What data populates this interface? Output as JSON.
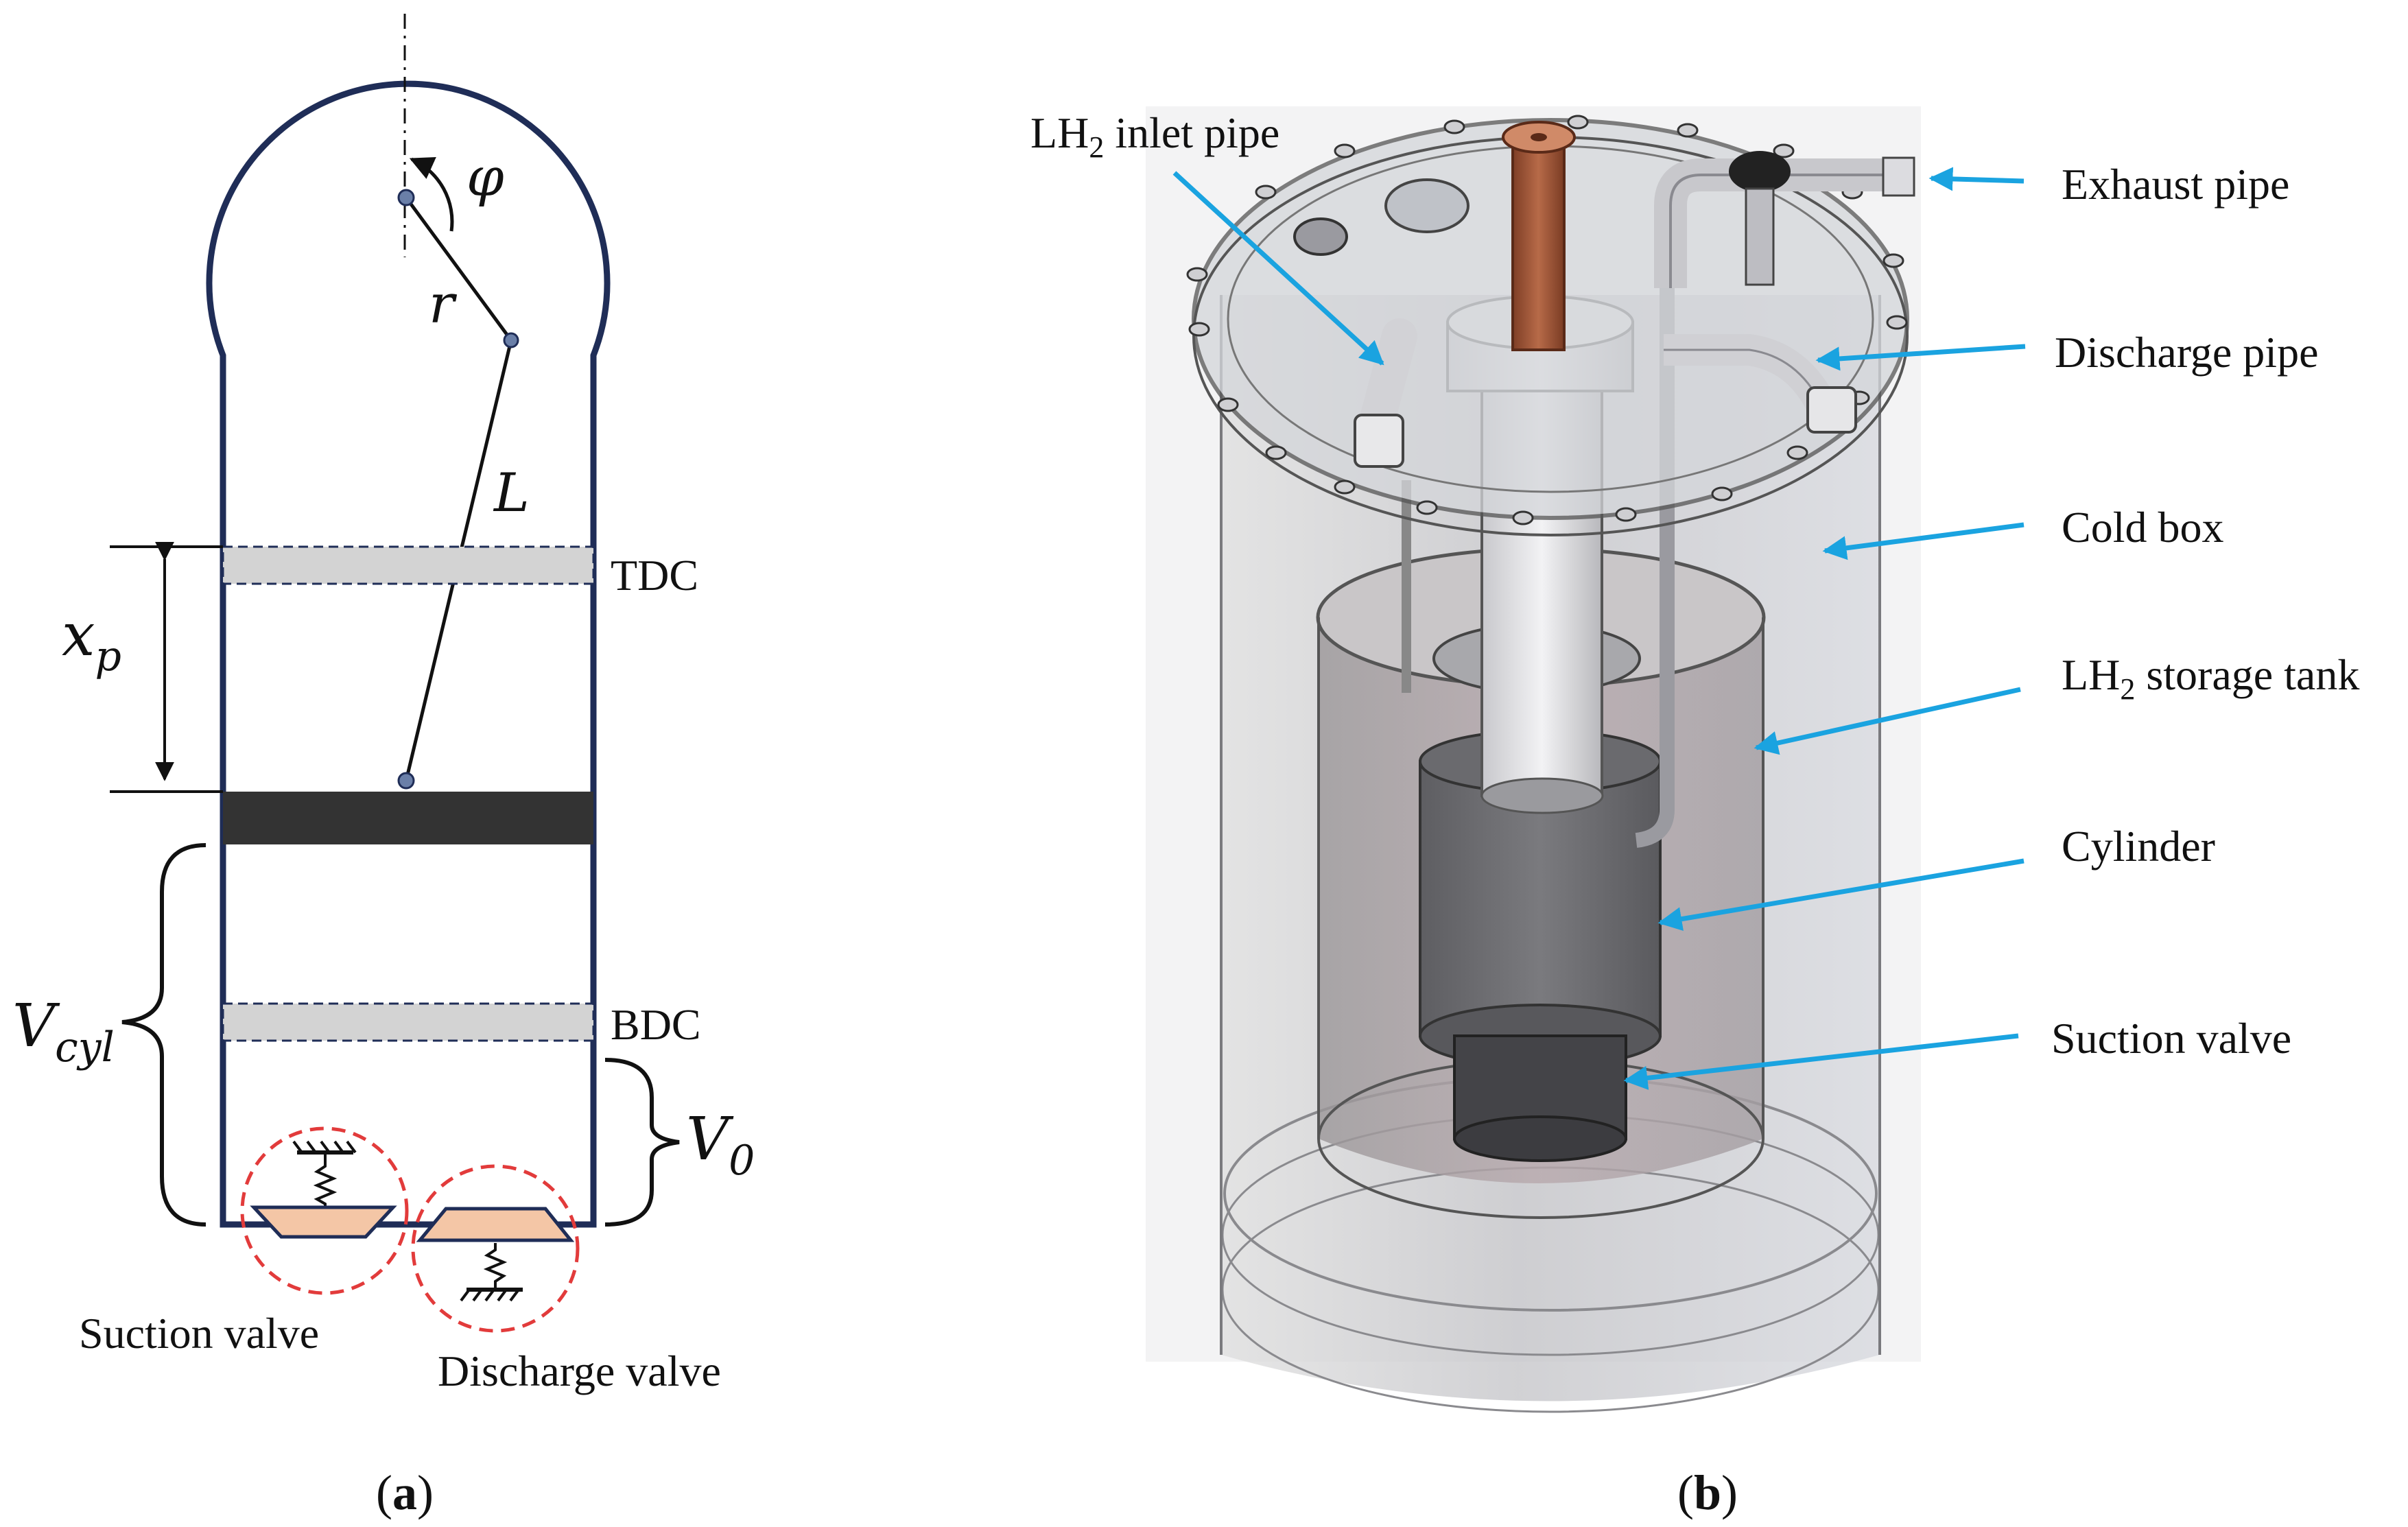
{
  "panel_a": {
    "caption": {
      "open": "(",
      "letter": "a",
      "close": ")"
    },
    "symbols": {
      "phi": "φ",
      "r": "r",
      "L": "L",
      "xp_main": "x",
      "xp_sub": "p",
      "vcyl_main": "V",
      "vcyl_sub": "cyl",
      "v0_main": "V",
      "v0_sub": "0"
    },
    "labels": {
      "tdc": "TDC",
      "bdc": "BDC",
      "suction_valve": "Suction valve",
      "discharge_valve": "Discharge valve"
    },
    "colors": {
      "outline": "#1f2d57",
      "piston": "#333333",
      "dead_center_band": "#d3d3d3",
      "valve_plate": "#f4c6a6",
      "valve_circle": "#e23b3b"
    }
  },
  "panel_b": {
    "caption": {
      "open": "(",
      "letter": "b",
      "close": ")"
    },
    "labels": {
      "lh2_inlet_pipe": {
        "pre": "LH",
        "sub": "2",
        "post": " inlet pipe"
      },
      "exhaust_pipe": "Exhaust pipe",
      "discharge_pipe": "Discharge pipe",
      "cold_box": "Cold box",
      "lh2_storage_tank": {
        "pre": "LH",
        "sub": "2",
        "post": " storage tank"
      },
      "cylinder": "Cylinder",
      "suction_valve": "Suction valve"
    },
    "colors": {
      "arrow": "#1aa3e0",
      "copper_rod": "#a45a3a"
    }
  }
}
